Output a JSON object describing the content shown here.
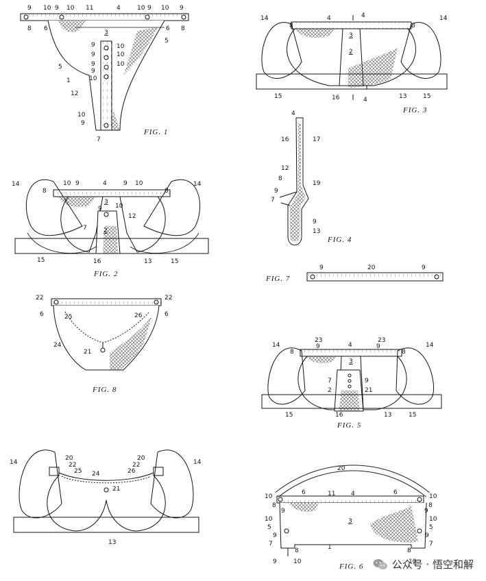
{
  "figures": {
    "fig1": {
      "caption": "FIG. 1",
      "refs": [
        "9",
        "10",
        "9",
        "10",
        "11",
        "4",
        "10",
        "9",
        "10",
        "9",
        "8",
        "6",
        "6",
        "8",
        "3",
        "5",
        "5",
        "1",
        "12",
        "9",
        "10",
        "9",
        "10",
        "9",
        "10",
        "9",
        "10",
        "10",
        "9",
        "7"
      ]
    },
    "fig2": {
      "caption": "FIG. 2",
      "refs": [
        "14",
        "8",
        "10",
        "9",
        "4",
        "9",
        "10",
        "8",
        "14",
        "3",
        "9",
        "10",
        "7",
        "12",
        "2",
        "15",
        "16",
        "13",
        "15"
      ]
    },
    "fig3": {
      "caption": "FIG. 3",
      "refs": [
        "14",
        "4",
        "4",
        "8",
        "8",
        "14",
        "3",
        "2",
        "15",
        "16",
        "4",
        "13",
        "15"
      ]
    },
    "fig4": {
      "caption": "FIG. 4",
      "refs": [
        "4",
        "16",
        "17",
        "12",
        "8",
        "19",
        "9",
        "7",
        "9",
        "13"
      ]
    },
    "fig5": {
      "caption": "FIG. 5",
      "refs": [
        "14",
        "23",
        "4",
        "23",
        "14",
        "8",
        "9",
        "9",
        "8",
        "3",
        "7",
        "9",
        "2",
        "21",
        "15",
        "16",
        "13",
        "15"
      ]
    },
    "fig6": {
      "caption": "FIG. 6",
      "refs": [
        "20",
        "10",
        "6",
        "11",
        "4",
        "6",
        "10",
        "8",
        "9",
        "9",
        "8",
        "3",
        "10",
        "5",
        "9",
        "7",
        "10",
        "5",
        "9",
        "7",
        "1",
        "8",
        "8",
        "9",
        "10",
        "10"
      ]
    },
    "fig7": {
      "caption": "FIG. 7",
      "refs": [
        "9",
        "20",
        "9"
      ]
    },
    "fig8": {
      "caption": "FIG. 8",
      "refs": [
        "22",
        "22",
        "6",
        "25",
        "26",
        "6",
        "24",
        "21"
      ]
    },
    "fig9": {
      "refs": [
        "14",
        "20",
        "22",
        "25",
        "24",
        "20",
        "22",
        "26",
        "14",
        "21",
        "13"
      ]
    }
  },
  "watermark": {
    "text": "公众号 · 悟空和解",
    "icon": "wechat-icon"
  }
}
